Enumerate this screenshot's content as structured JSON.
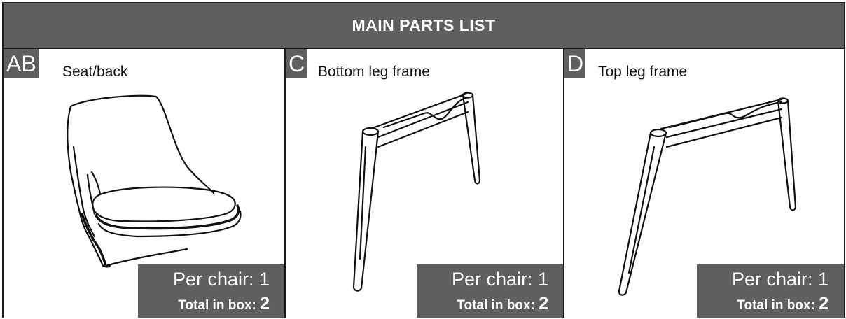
{
  "header": {
    "title": "MAIN PARTS LIST"
  },
  "parts": [
    {
      "letter": "AB",
      "name": "Seat/back",
      "icon": "chair-seat-back-icon",
      "per_chair": "Per chair: 1",
      "total_label": "Total in box:",
      "total_value": "2"
    },
    {
      "letter": "C",
      "name": "Bottom leg frame",
      "icon": "bottom-leg-frame-icon",
      "per_chair": "Per chair: 1",
      "total_label": "Total in box:",
      "total_value": "2"
    },
    {
      "letter": "D",
      "name": "Top leg frame",
      "icon": "top-leg-frame-icon",
      "per_chair": "Per chair: 1",
      "total_label": "Total in box:",
      "total_value": "2"
    }
  ],
  "colors": {
    "header_bg": "#5f5f5f",
    "label_text": "#ffffff",
    "border": "#1a1a1a"
  }
}
